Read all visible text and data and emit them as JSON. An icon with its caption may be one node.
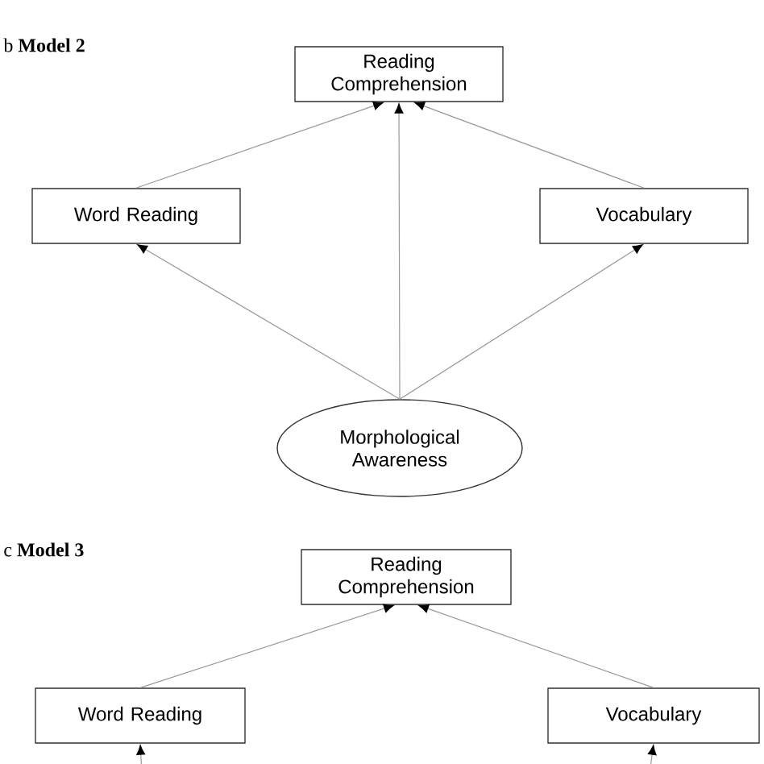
{
  "diagram": {
    "nodes": [
      {
        "text": [
          "Reading Comprehension"
        ]
      },
      {
        "text": [
          "Word Reading"
        ]
      },
      {
        "text": [
          "Vocabulary"
        ]
      },
      {
        "text": [
          "Morphological Awareness"
        ]
      },
      {
        "text": [
          "Reading Comprehension"
        ]
      },
      {
        "text": [
          "Word Reading"
        ]
      },
      {
        "text": [
          "Vocabulary"
        ]
      }
    ],
    "edges": [
      {
        "from": 1,
        "to": 0,
        "arrow": "to"
      },
      {
        "from": 3,
        "to": 0,
        "arrow": "to"
      },
      {
        "from": 2,
        "to": 0,
        "arrow": "to"
      },
      {
        "from": 3,
        "to": 1,
        "arrow": "to"
      },
      {
        "from": 3,
        "to": 2,
        "arrow": "to"
      },
      {
        "from": 5,
        "to": 4,
        "arrow": "to"
      },
      {
        "from": 6,
        "to": 4,
        "arrow": "to"
      },
      {
        "from": null,
        "to": 5,
        "arrow": "to"
      },
      {
        "from": null,
        "to": 6,
        "arrow": "to"
      }
    ],
    "labels": [
      "b **Model 2**",
      "c **Model 3**"
    ]
  }
}
